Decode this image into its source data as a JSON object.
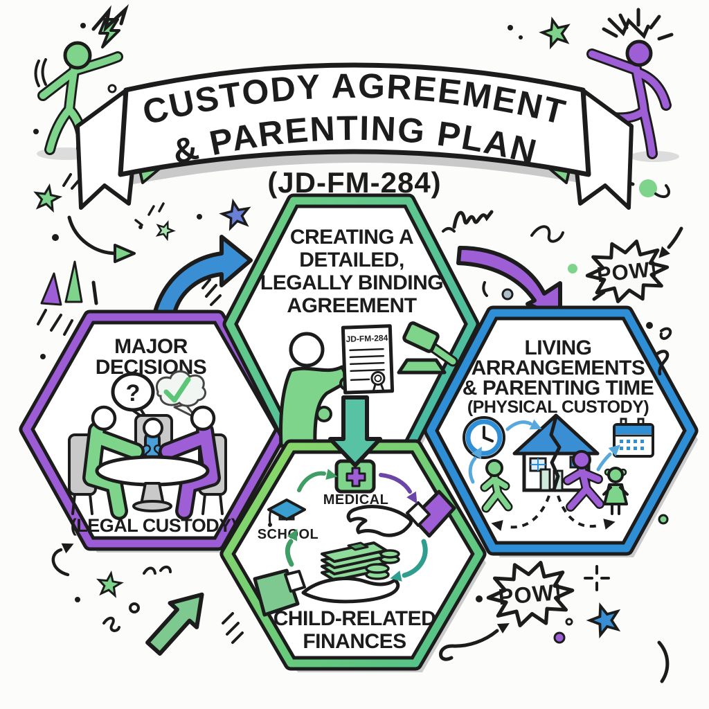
{
  "banner": {
    "title_line1": "CUSTODY AGREEMENT",
    "title_line2": "& PARENTING PLAN",
    "form_number": "(JD-FM-284)"
  },
  "hexagons": {
    "major_decisions": {
      "lines": [
        "MAJOR",
        "DECISIONS"
      ],
      "caption": "(LEGAL CUSTODY)",
      "bubble_symbol": "?",
      "border_color": "#9c5cd6"
    },
    "agreement": {
      "lines": [
        "CREATING A",
        "DETAILED,",
        "LEGALLY BINDING",
        "AGREEMENT"
      ],
      "document_label": "JD-FM-284",
      "border_color_start": "#6fcf7f",
      "border_color_end": "#43b8a8"
    },
    "living": {
      "lines": [
        "LIVING",
        "ARRANGEMENTS",
        "& PARENTING TIME",
        "(PHYSICAL CUSTODY)"
      ],
      "border_color": "#2e8fd6"
    },
    "finances": {
      "lines": [
        "CHILD-RELATED",
        "FINANCES"
      ],
      "label_medical": "MEDICAL",
      "label_school": "SCHOOL",
      "border_color_start": "#8fd964",
      "border_color_end": "#4fc08d"
    }
  },
  "doodles": {
    "pow_right": "POW!",
    "pow_bottom": "POW!"
  },
  "colors": {
    "green": "#7ed48b",
    "green_dark": "#3f9e63",
    "light_green": "#8bd65f",
    "teal": "#57c3a4",
    "purple": "#9e5fd6",
    "blue": "#3a8fd4",
    "ink": "#1c1c1c",
    "shadow": "#cbcbcb"
  }
}
